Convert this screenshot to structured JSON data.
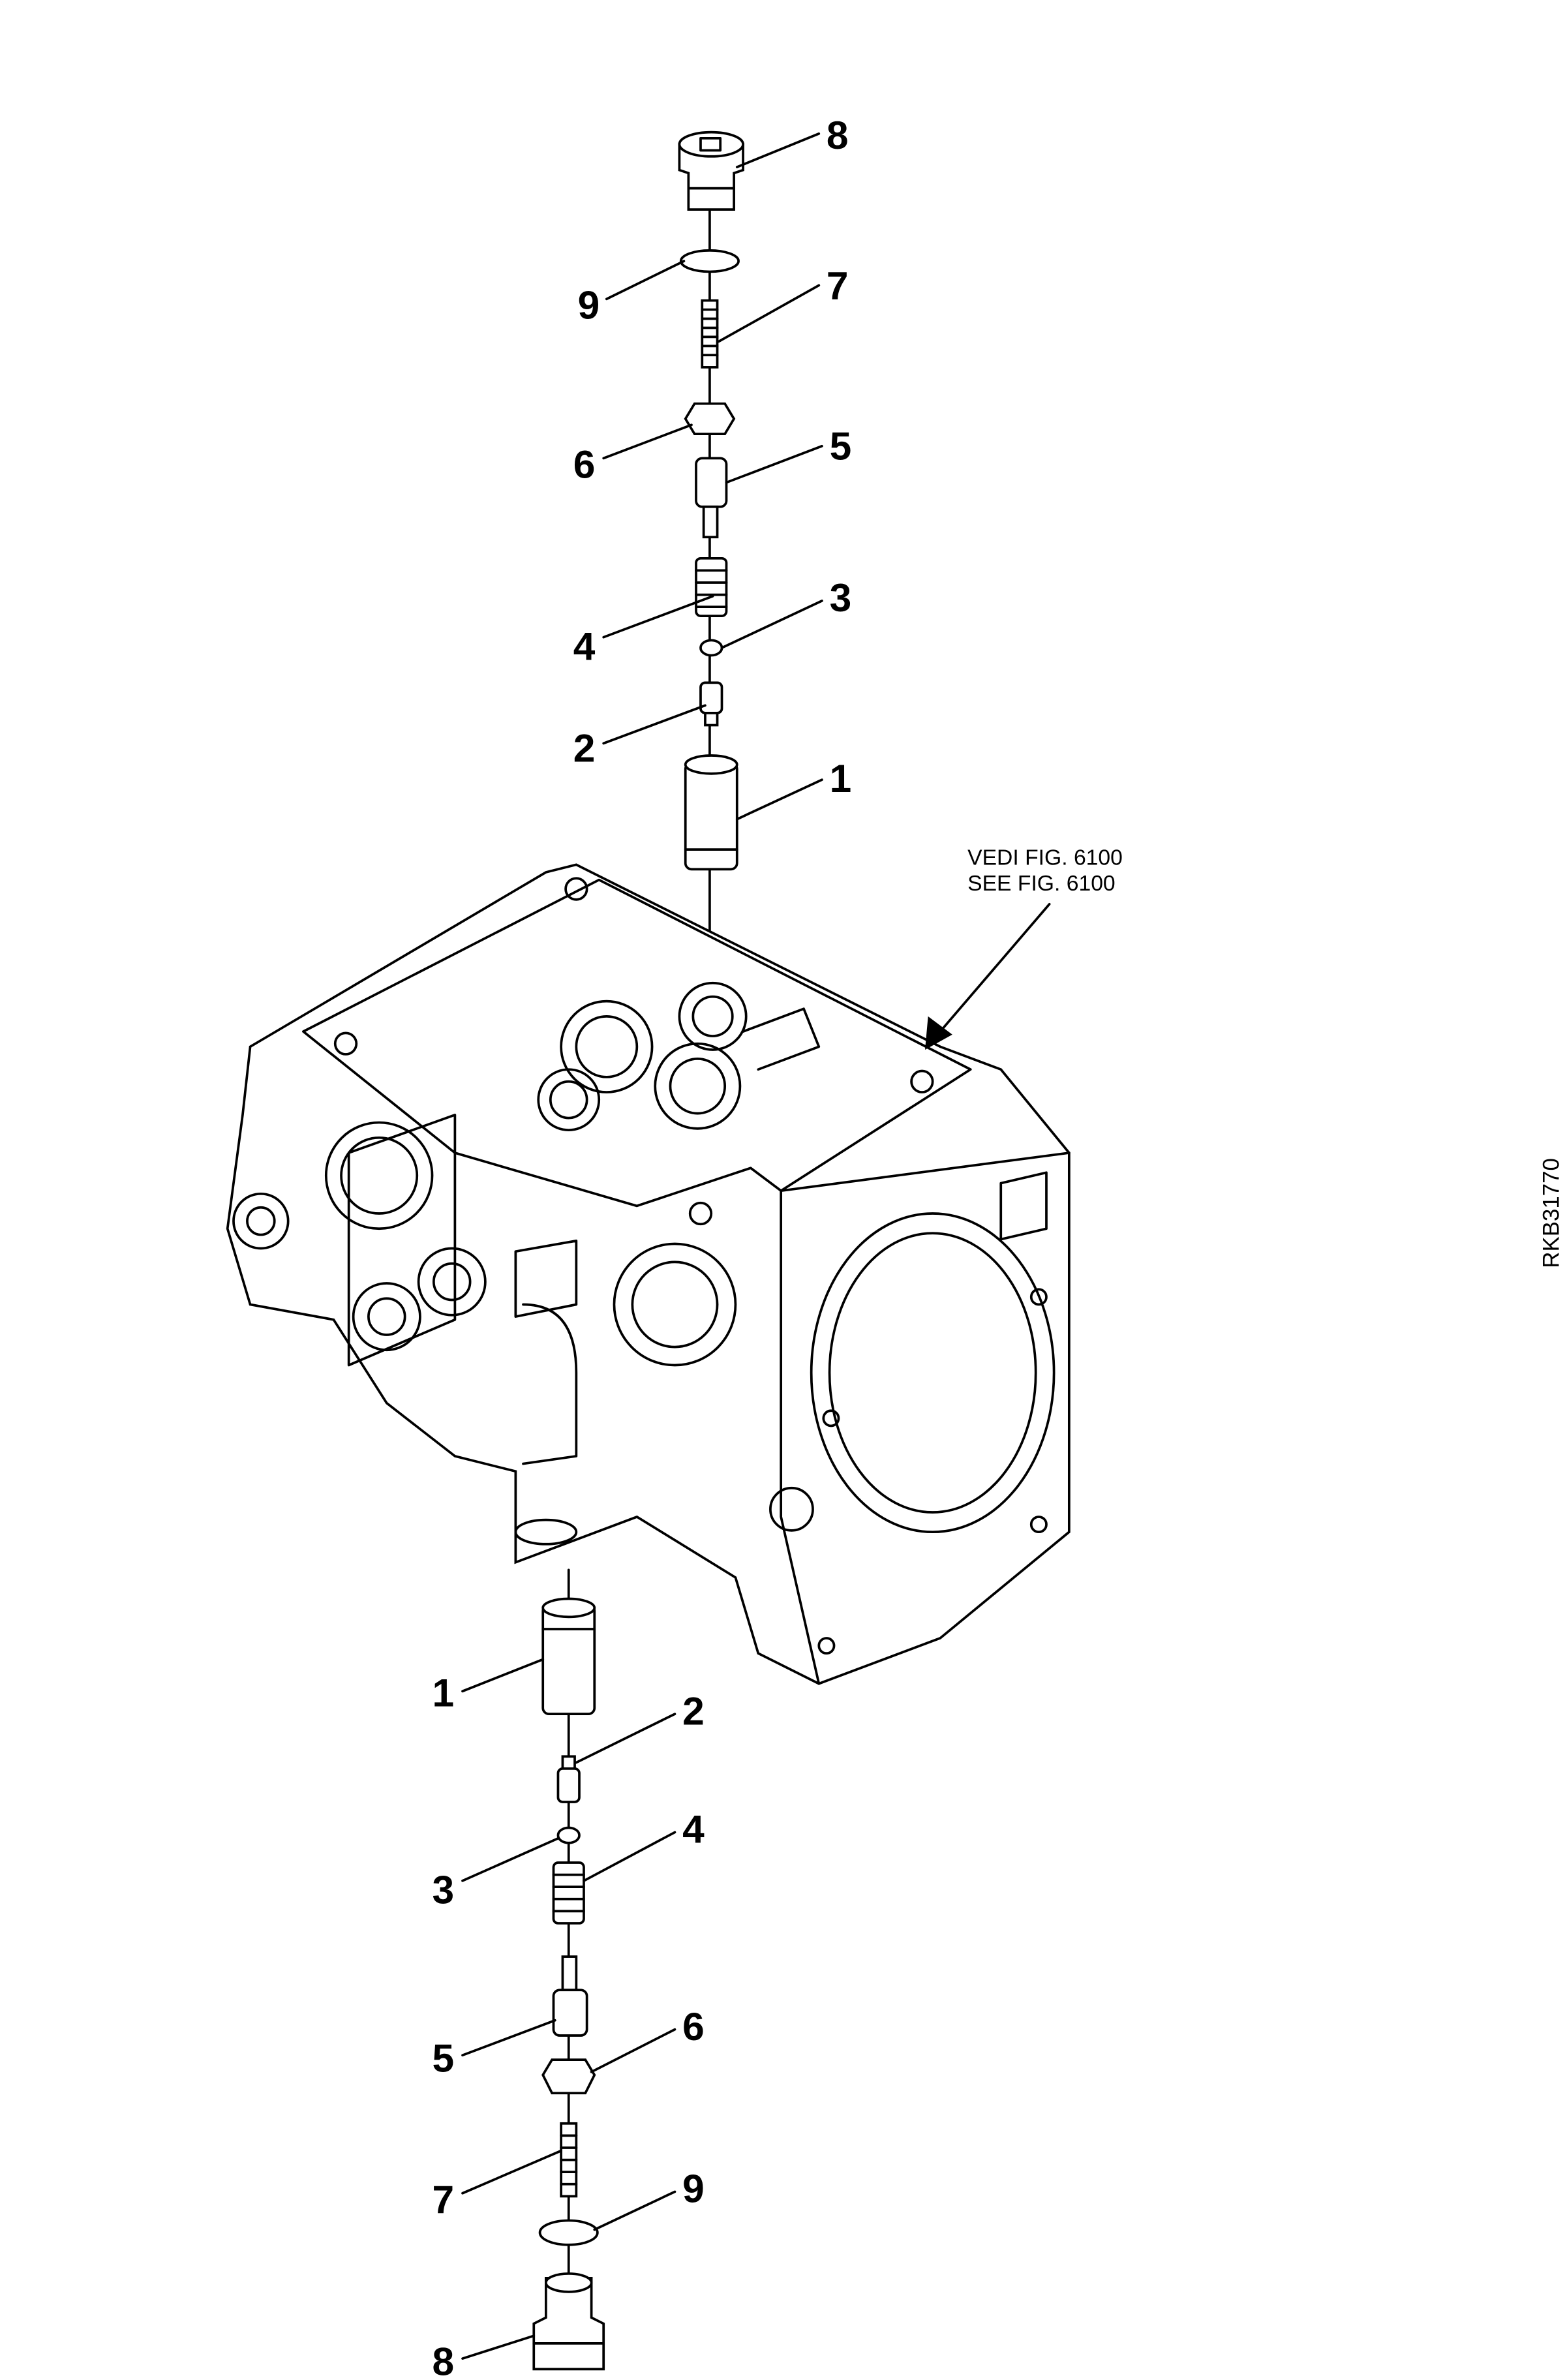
{
  "figure": {
    "reference_line1": "VEDI FIG. 6100",
    "reference_line2": "SEE FIG. 6100",
    "drawing_code": "RKB31770"
  },
  "upper_callouts": [
    "8",
    "9",
    "7",
    "6",
    "5",
    "4",
    "3",
    "2",
    "1"
  ],
  "lower_callouts": [
    "1",
    "2",
    "4",
    "3",
    "5",
    "6",
    "7",
    "9",
    "8"
  ]
}
